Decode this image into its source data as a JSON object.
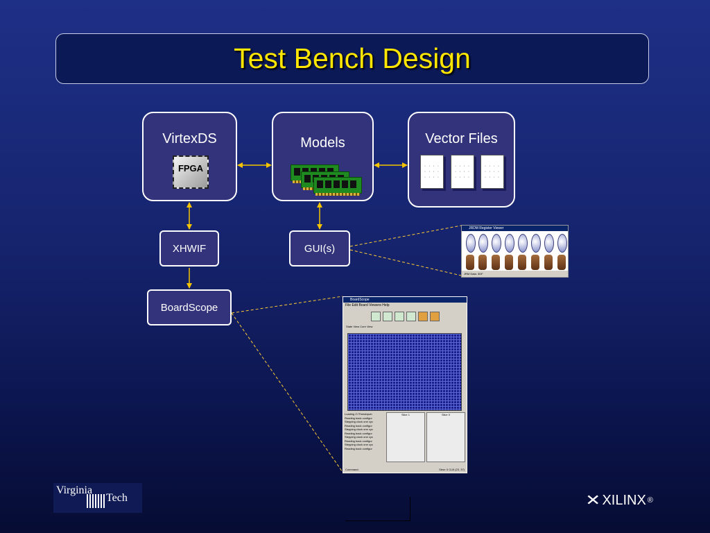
{
  "slide": {
    "title": "Test Bench Design"
  },
  "nodes": {
    "virtexds": {
      "label": "VirtexDS",
      "chip_label": "FPGA"
    },
    "models": {
      "label": "Models"
    },
    "vector_files": {
      "label": "Vector Files",
      "doc_glyph": "· · · ·\n· · · ·\n· · · ·"
    },
    "xhwif": {
      "label": "XHWIF"
    },
    "gui": {
      "label": "GUI(s)"
    },
    "boardscope": {
      "label": "BoardScope"
    }
  },
  "boardscope_window": {
    "title": "BoardScope",
    "menu": "File  Edit  Board  Viewers  Help",
    "tabs": "State View  Core View",
    "log_lines": [
      "Loading Z:\\Thesis\\pub",
      "Reading back configur",
      "Stepping clock one cyc",
      "Reading back configur",
      "Stepping clock one cyc",
      "Reading back configur",
      "Stepping clock one cyc",
      "Reading back configur",
      "Stepping clock one cyc",
      "Reading back configur"
    ],
    "slice_1": "Slice 1",
    "slice_0": "Slice 0",
    "status_left": "Command:",
    "status_right": "Slew: 0 CLB (23, 37)"
  },
  "register_viewer_window": {
    "title": "JRDM Register Viewer",
    "status": "JRM Data: 3DF"
  },
  "logos": {
    "vt_line1": "Virginia",
    "vt_line2": "Tech",
    "xilinx": "XILINX",
    "xilinx_registered": "®"
  },
  "colors": {
    "title_text": "#ffe600",
    "arrow": "#f5c400",
    "node_fill": "#33337b",
    "connector_dashed": "#ffcc33"
  }
}
